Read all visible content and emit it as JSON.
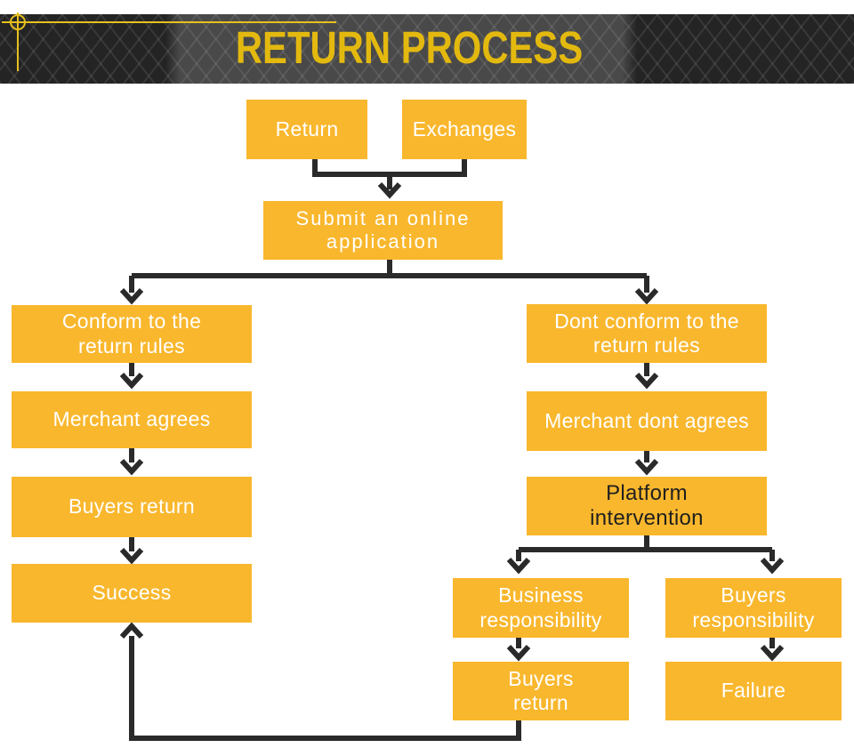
{
  "colors": {
    "page-bg": "#FFFFFF",
    "band-bg": "#242424",
    "gold": "#E8C11C",
    "gold-title": "#E3B90F",
    "box-bg": "#F9B72D",
    "box-text": "#FFFFFF",
    "platform-text": "#1F1F1F",
    "line": "#2A2A2A"
  },
  "header": {
    "title": "RETURN PROCESS"
  },
  "flow": {
    "nodes": [
      {
        "id": "return",
        "label": "Return"
      },
      {
        "id": "exchanges",
        "label": "Exchanges"
      },
      {
        "id": "submit-application",
        "label": "Submit an online\napplication"
      },
      {
        "id": "conform-rules",
        "label": "Conform to the\nreturn rules"
      },
      {
        "id": "merchant-agrees",
        "label": "Merchant agrees"
      },
      {
        "id": "buyers-return",
        "label": "Buyers return"
      },
      {
        "id": "success",
        "label": "Success"
      },
      {
        "id": "dont-conform-rules",
        "label": "Dont conform to the\nreturn rules"
      },
      {
        "id": "merchant-dont-agrees",
        "label": "Merchant dont agrees"
      },
      {
        "id": "platform-intervention",
        "label": "Platform\nintervention"
      },
      {
        "id": "business-responsibility",
        "label": "Business\nresponsibility"
      },
      {
        "id": "buyers-responsibility",
        "label": "Buyers\nresponsibility"
      },
      {
        "id": "buyers-return-2",
        "label": "Buyers\nreturn"
      },
      {
        "id": "failure",
        "label": "Failure"
      }
    ],
    "edges": [
      {
        "from": "return",
        "to": "submit-application"
      },
      {
        "from": "exchanges",
        "to": "submit-application"
      },
      {
        "from": "submit-application",
        "to": "conform-rules"
      },
      {
        "from": "submit-application",
        "to": "dont-conform-rules"
      },
      {
        "from": "conform-rules",
        "to": "merchant-agrees"
      },
      {
        "from": "merchant-agrees",
        "to": "buyers-return"
      },
      {
        "from": "buyers-return",
        "to": "success"
      },
      {
        "from": "dont-conform-rules",
        "to": "merchant-dont-agrees"
      },
      {
        "from": "merchant-dont-agrees",
        "to": "platform-intervention"
      },
      {
        "from": "platform-intervention",
        "to": "business-responsibility"
      },
      {
        "from": "platform-intervention",
        "to": "buyers-responsibility"
      },
      {
        "from": "business-responsibility",
        "to": "buyers-return-2"
      },
      {
        "from": "buyers-responsibility",
        "to": "failure"
      },
      {
        "from": "buyers-return-2",
        "to": "success"
      }
    ]
  }
}
